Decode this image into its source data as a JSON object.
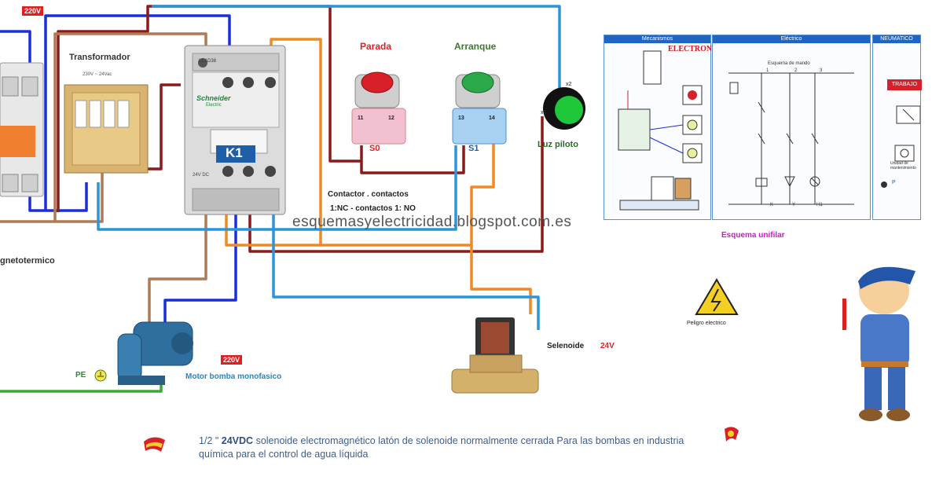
{
  "labels": {
    "voltage_top": "220V",
    "transformer": "Transformador",
    "transformer_rating": "230V ~ 24Vac",
    "magnetotermico": "gnetotermico",
    "contactor_brand": "Schneider",
    "contactor_brand_sub": "Electric",
    "contactor_model": "LC1D38",
    "contactor_id": "K1",
    "contactor_coil": "24V DC",
    "stop_title": "Parada",
    "start_title": "Arranque",
    "stop_id": "S0",
    "start_id": "S1",
    "stop_terminals": [
      "11",
      "12"
    ],
    "start_terminals": [
      "13",
      "14"
    ],
    "pilot_light": "Luz piloto",
    "pilot_x1": "x1",
    "pilot_x2": "x2",
    "contacts_line1": "Contactor . contactos",
    "contacts_line2": "1:NC - contactos  1: NO",
    "watermark": "esquemasyelectricidad.blogspot.com.es",
    "pe": "PE",
    "motor": "Motor bomba monofasico",
    "motor_voltage": "220V",
    "solenoid": "Selenoide",
    "solenoid_voltage": "24V",
    "danger": "Peligro electrico",
    "unifilar": "Esquema unifilar",
    "electroneumatica": "ELECTRONEUMÁTICA",
    "panel_mecanismos": "Mecanismos",
    "panel_electrico": "Eléctrico",
    "panel_neumatico": "NEUMATICO",
    "esquema_mando": "Esquema de mando",
    "trabajo": "TRABAJO",
    "unidad_mantenimiento": "Unidad de mantenimiento",
    "p_label": "P",
    "mando_labels": [
      "K",
      "Y",
      "H1"
    ],
    "mando_cols": [
      "1",
      "2",
      "3"
    ]
  },
  "caption": {
    "size": "1/2 \"",
    "voltage": "24VDC",
    "text": "solenoide electromagnético latón de solenoide normalmente cerrada Para las bombas en industria química para el control de agua líquida"
  },
  "colors": {
    "wire_blue": "#1a2fd6",
    "wire_darkred": "#8b1a1a",
    "wire_brown": "#b07a55",
    "wire_orange": "#f08a24",
    "wire_lightblue": "#2a95d8",
    "wire_green": "#3aa832",
    "stop_red": "#d8202a",
    "start_green": "#2aa84a",
    "title_red": "#e02020",
    "title_green": "#3a7a2a"
  }
}
